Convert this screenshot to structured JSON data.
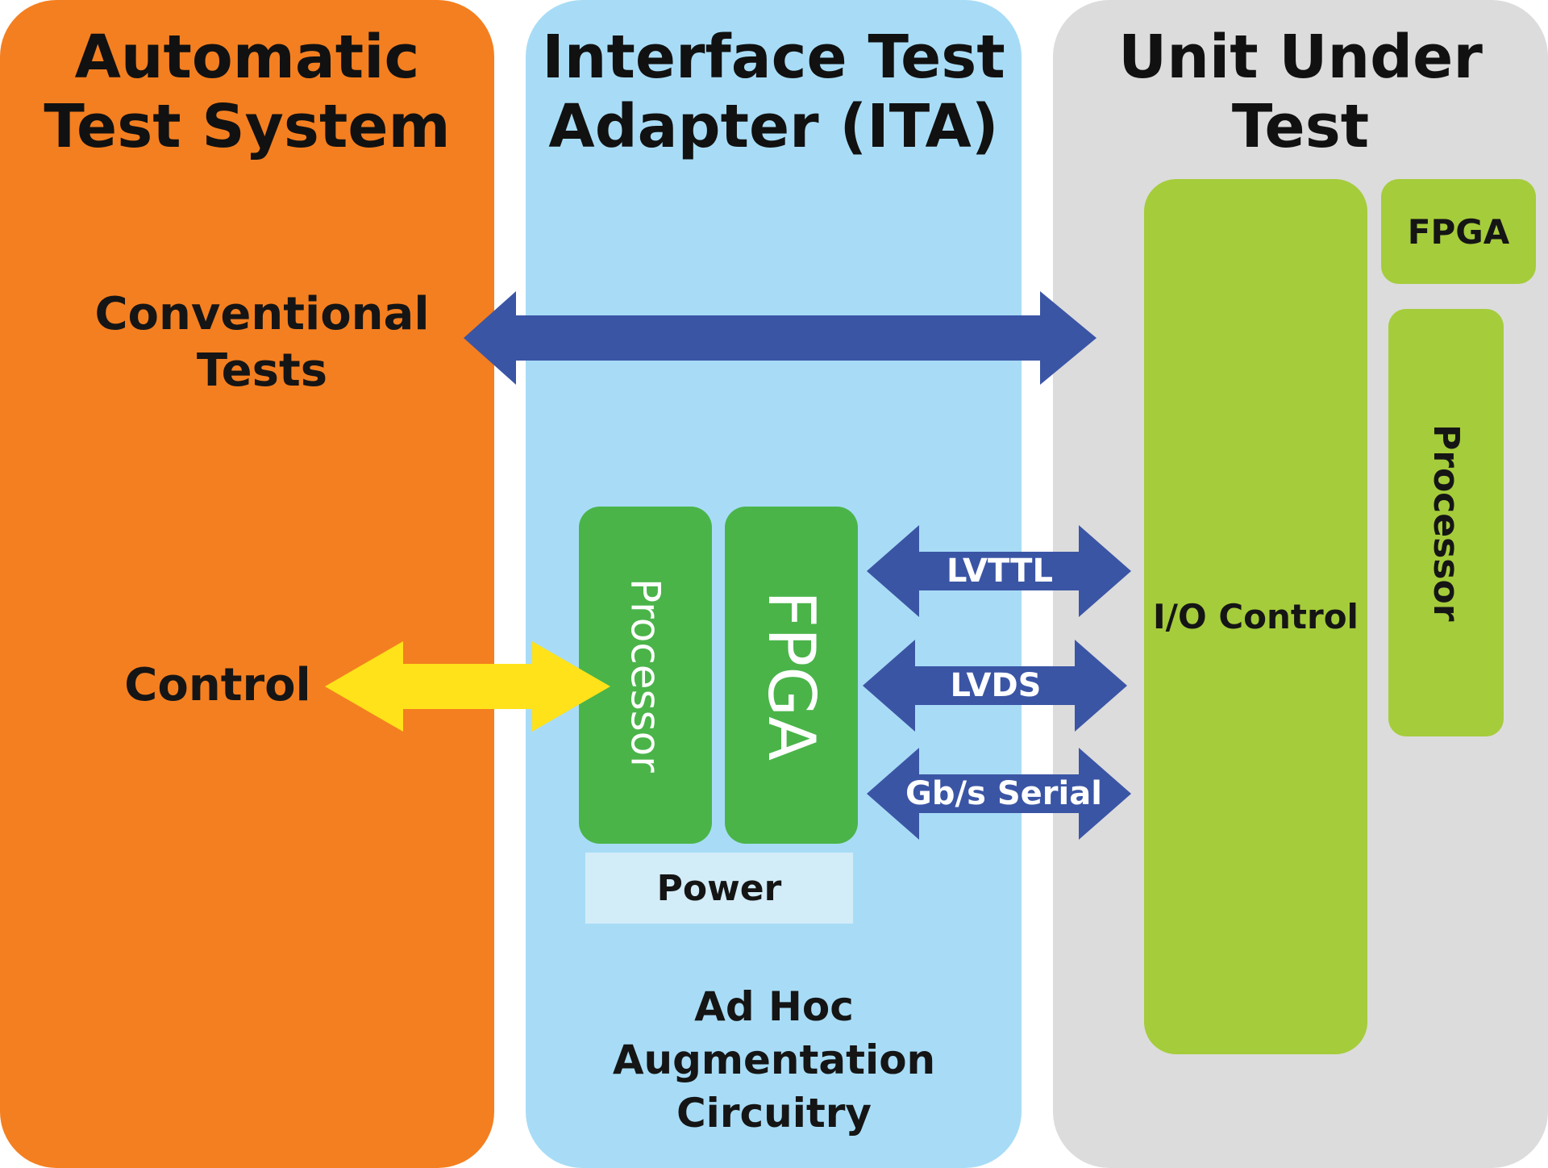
{
  "columns": {
    "ats": {
      "title_line1": "Automatic",
      "title_line2": "Test System"
    },
    "ita": {
      "title_line1": "Interface Test",
      "title_line2": "Adapter (ITA)"
    },
    "uut": {
      "title_line1": "Unit Under",
      "title_line2": "Test"
    }
  },
  "ats": {
    "conventional_line1": "Conventional",
    "conventional_line2": "Tests",
    "control": "Control"
  },
  "ita": {
    "processor": "Processor",
    "fpga": "FPGA",
    "power": "Power",
    "caption_line1": "Ad Hoc",
    "caption_line2": "Augmentation",
    "caption_line3": "Circuitry"
  },
  "uut": {
    "io_control": "I/O Control",
    "fpga": "FPGA",
    "processor": "Processor"
  },
  "links": {
    "lvttl": "LVTTL",
    "lvds": "LVDS",
    "serial": "Gb/s Serial"
  },
  "colors": {
    "ats_orange": "#f47f20",
    "ita_blue": "#a8dcf6",
    "uut_gray": "#dcdcdc",
    "component_green": "#4ab449",
    "uut_lime": "#a5cc3b",
    "power_pale": "#d2ecf8",
    "arrow_blue": "#3b55a5",
    "control_yellow": "#ffe21a"
  }
}
